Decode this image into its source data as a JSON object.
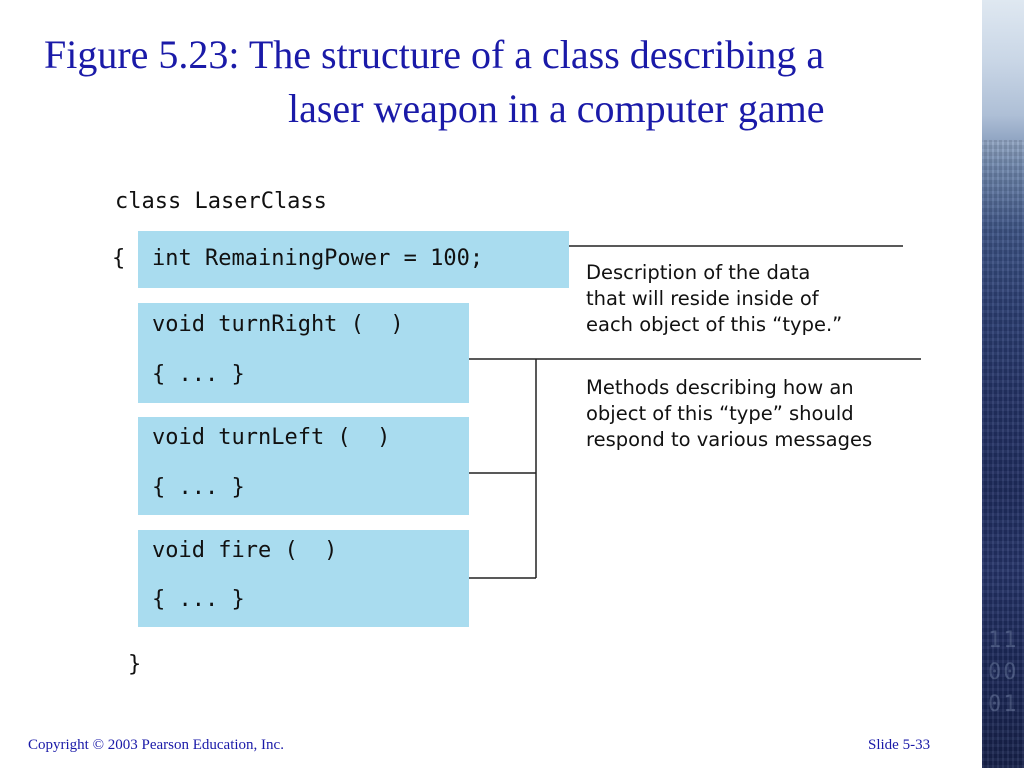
{
  "title": {
    "line1": "Figure 5.23:  The structure of a class describing a",
    "line2": "laser weapon in a computer game"
  },
  "code": {
    "class_header": "class LaserClass",
    "open_brace": "{",
    "close_brace": "}",
    "data_line": "int RemainingPower = 100;",
    "methods": [
      {
        "signature": "void turnRight (  )",
        "body": "{ ... }"
      },
      {
        "signature": "void turnLeft (  )",
        "body": "{ ... }"
      },
      {
        "signature": "void fire (  )",
        "body": "{ ... }"
      }
    ]
  },
  "annotations": {
    "data_description": [
      "Description of the data",
      "that will reside inside of",
      "each object of this “type.”"
    ],
    "methods_description": [
      "Methods describing how an",
      "object of this “type” should",
      "respond to various messages"
    ]
  },
  "footer": {
    "copyright": "Copyright © 2003 Pearson Education, Inc.",
    "slide_number": "Slide 5-33"
  },
  "colors": {
    "title": "#1a1aa8",
    "code_box": "#a9dcef",
    "text": "#111111"
  }
}
